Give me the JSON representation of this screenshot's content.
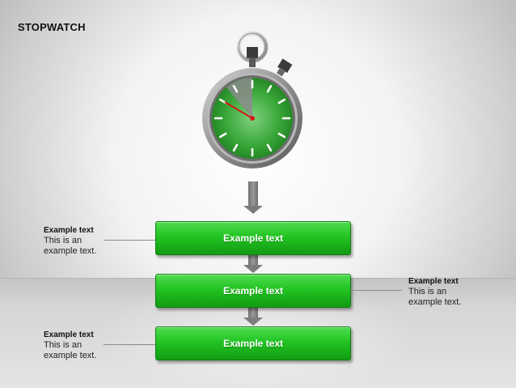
{
  "title": "STOPWATCH",
  "boxes": [
    {
      "text": "Example text"
    },
    {
      "text": "Example text"
    },
    {
      "text": "Example text"
    }
  ],
  "callouts": [
    {
      "heading": "Example text",
      "line1": "This is an",
      "line2": "example text."
    },
    {
      "heading": "Example text",
      "line1": "This is an",
      "line2": "example text."
    },
    {
      "heading": "Example text",
      "line1": "This is an",
      "line2": "example text."
    }
  ],
  "colors": {
    "box_green": "#22c422",
    "dial_green": "#2fa12f",
    "hand_red": "#d21a1a",
    "arrow_gray": "#7c7c7c"
  },
  "icons": [
    "stopwatch-icon"
  ]
}
